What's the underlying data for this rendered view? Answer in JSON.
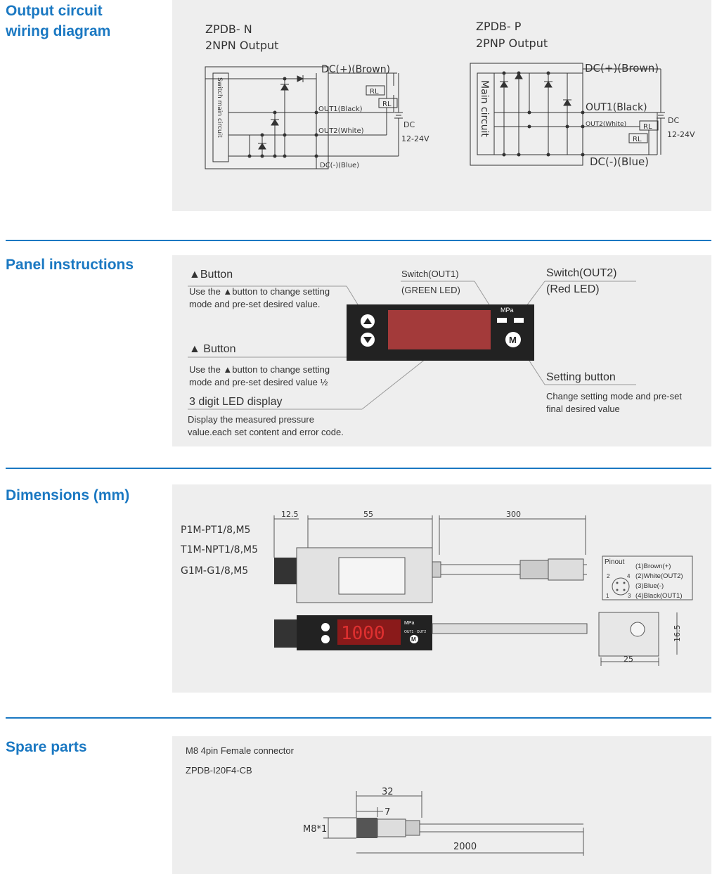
{
  "sections": {
    "wiring": {
      "title_line1": "Output circuit",
      "title_line2": "wiring diagram",
      "npn": {
        "model": "ZPDB- N",
        "output": "2NPN Output",
        "dc_plus": "DC(+)(Brown)",
        "out1": "OUT1(Black)",
        "out2": "OUT2(White)",
        "dc_minus": "DC(-)(Blue)",
        "dc": "DC",
        "voltage": "12-24V",
        "rl": "RL",
        "circuit_label": "Switch main circuit"
      },
      "pnp": {
        "model": "ZPDB- P",
        "output": "2PNP Output",
        "dc_plus": "DC(+)(Brown)",
        "out1": "OUT1(Black)",
        "out2": "OUT2(White)",
        "dc_minus": "DC(-)(Blue)",
        "dc": "DC",
        "voltage": "12-24V",
        "rl": "RL",
        "circuit_label": "Main circuit"
      }
    },
    "panel": {
      "title": "Panel instructions",
      "up_button_title": "▲Button",
      "up_button_desc1": "Use the ▲button to change setting",
      "up_button_desc2": "mode and pre-set desired value.",
      "down_button_title": "▲ Button",
      "down_button_desc1": "Use the ▲button to change setting",
      "down_button_desc2": "mode and pre-set desired value ½",
      "led_title": "3   digit LED display",
      "led_desc1": "Display the measured pressure",
      "led_desc2": "value.each set content and error code.",
      "sw1_title": "Switch(OUT1)",
      "sw1_sub": "(GREEN LED)",
      "sw2_title": "Switch(OUT2)",
      "sw2_sub": "(Red LED)",
      "set_title": "Setting button",
      "set_desc1": "Change setting mode and pre-set",
      "set_desc2": "final desired value",
      "unit": "MPa",
      "m_label": "M"
    },
    "dimensions": {
      "title": "Dimensions (mm)",
      "model1": "P1M-PT1/8,M5",
      "model2": "T1M-NPT1/8,M5",
      "model3": "G1M-G1/8,M5",
      "dim_thread": "12.5",
      "dim_body": "55",
      "dim_cable": "300",
      "dim_height": "16.5",
      "dim_width": "25",
      "display_value": "1000",
      "unit": "MPa",
      "out_label": "OUT1 · OUT2",
      "m_label": "M",
      "pinout_title": "Pinout",
      "pin1": "(1)Brown(+)",
      "pin2": "(2)White(OUT2)",
      "pin3": "(3)Blue(-)",
      "pin4": "(4)Black(OUT1)",
      "pin_num_1": "1",
      "pin_num_2": "2",
      "pin_num_3": "3",
      "pin_num_4": "4"
    },
    "spare": {
      "title": "Spare parts",
      "line1": "M8 4pin Female connector",
      "line2": "ZPDB-I20F4-CB",
      "dim_32": "32",
      "dim_7": "7",
      "dim_m8": "M8*1",
      "dim_2000": "2000"
    }
  },
  "colors": {
    "accent": "#1a78c2",
    "panel_bg": "#eeeeee",
    "led_red": "#a33a3a",
    "device_dark": "#222222"
  }
}
